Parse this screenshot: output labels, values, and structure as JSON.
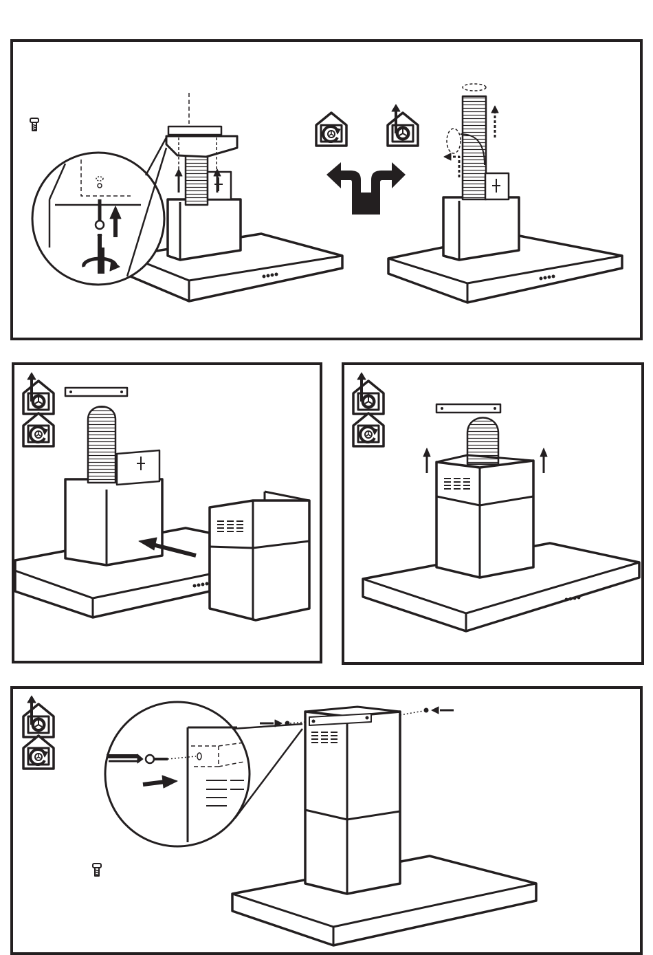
{
  "page": {
    "background": "#ffffff",
    "ink": "#231f20"
  },
  "icons": {
    "ducted_mode": "house-with-fan-and-up-arrow-icon",
    "recirculation_mode": "house-with-fan-and-circular-arrow-icon",
    "screw": "screw-icon",
    "screwdriver": "screwdriver-icon"
  },
  "panels": [
    {
      "step": "top",
      "content": "bracket-fixing-and-mode-choice"
    },
    {
      "step": "middle-left",
      "content": "fit-chimney-section"
    },
    {
      "step": "middle-right",
      "content": "raise-upper-chimney"
    },
    {
      "step": "bottom",
      "content": "screw-chimney-to-bracket"
    }
  ]
}
